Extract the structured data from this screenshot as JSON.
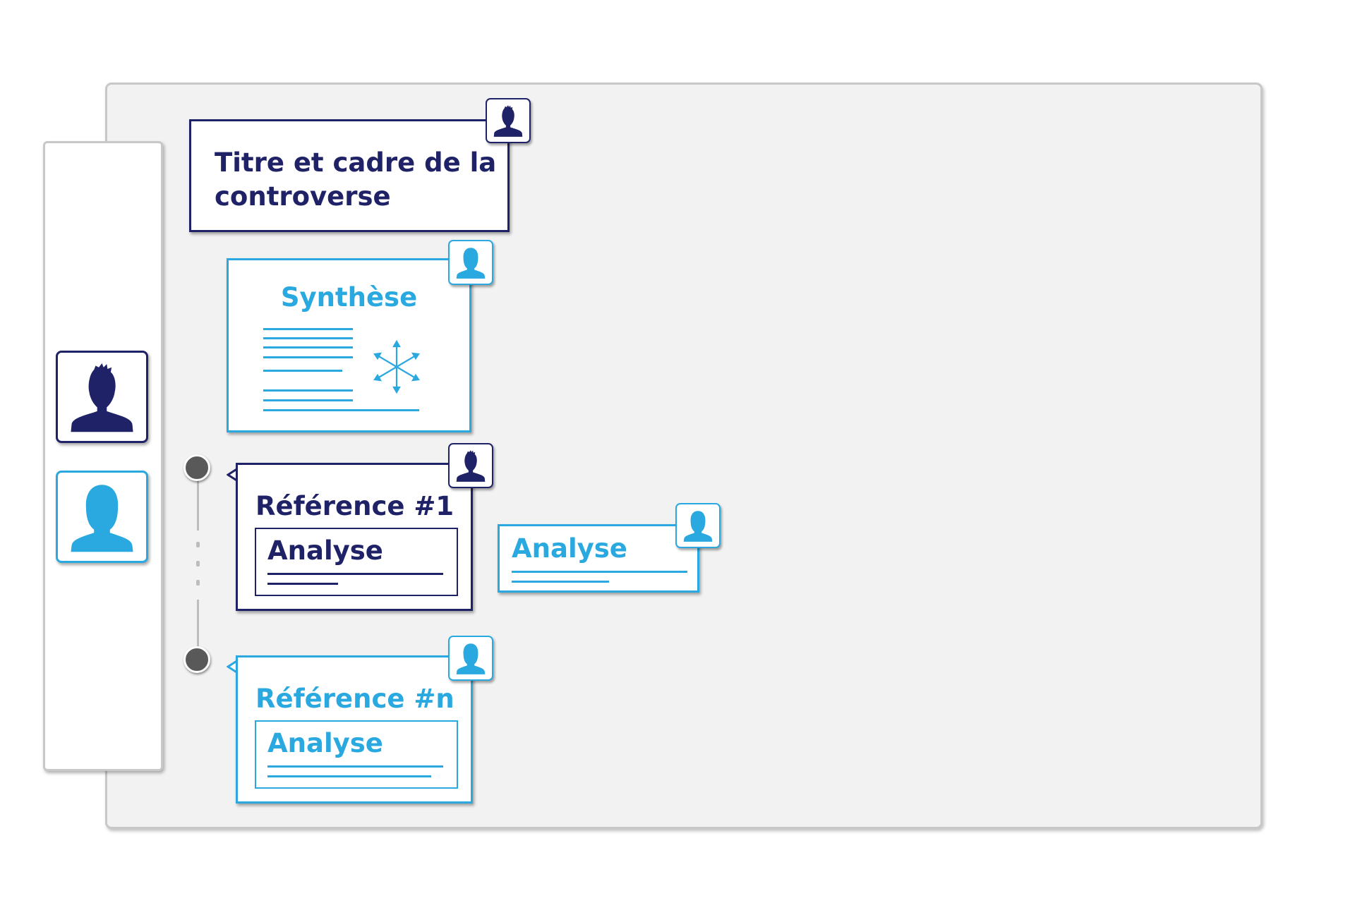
{
  "colors": {
    "dark_navy": "#1f2266",
    "light_blue": "#2aa8e0",
    "panel_bg": "#f2f2f2",
    "timeline_dot": "#595959"
  },
  "icons": {
    "author_dark": "male-user-icon",
    "author_light": "female-user-icon",
    "synthesis": "arrows-out-icon"
  },
  "title_card": {
    "line1": "Titre et cadre de la",
    "line2": "controverse"
  },
  "synthese_card": {
    "title": "Synthèse"
  },
  "reference_1": {
    "title": "Référence #1",
    "analysis_label": "Analyse"
  },
  "reference_1_external_analysis": {
    "label": "Analyse"
  },
  "reference_n": {
    "title": "Référence #n",
    "analysis_label": "Analyse"
  }
}
